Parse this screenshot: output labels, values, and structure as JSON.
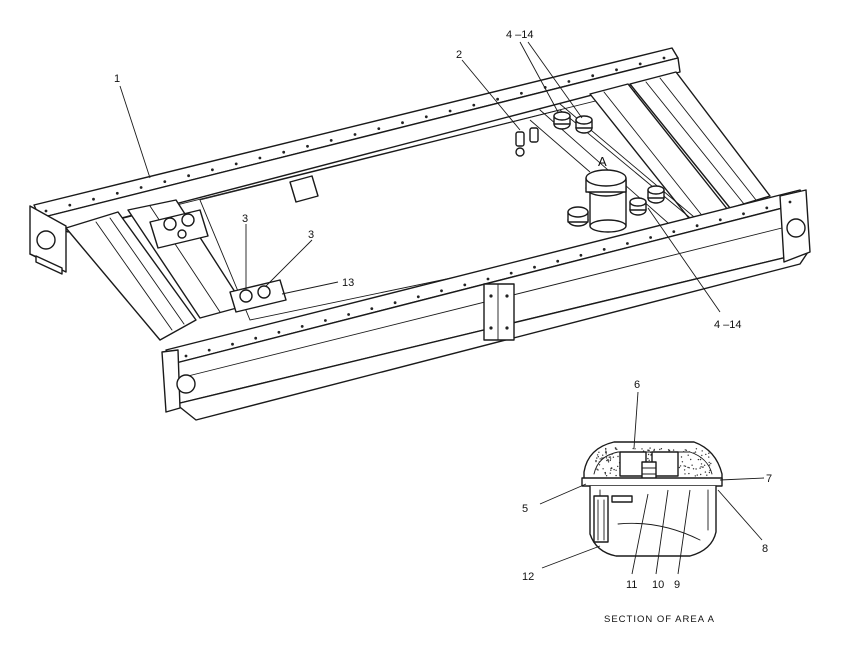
{
  "callouts": {
    "c1": "1",
    "c2": "2",
    "c4_14_top": "4 –14",
    "cA": "A",
    "c3_left": "3",
    "c3_right": "3",
    "c13": "13",
    "c4_14_bottom": "4 –14",
    "c6": "6",
    "c5": "5",
    "c7": "7",
    "c8": "8",
    "c12": "12",
    "c11": "11",
    "c10": "10",
    "c9": "9"
  },
  "caption": "SECTION OF AREA A",
  "colors": {
    "line": "#1a1a1a",
    "background": "#ffffff"
  }
}
